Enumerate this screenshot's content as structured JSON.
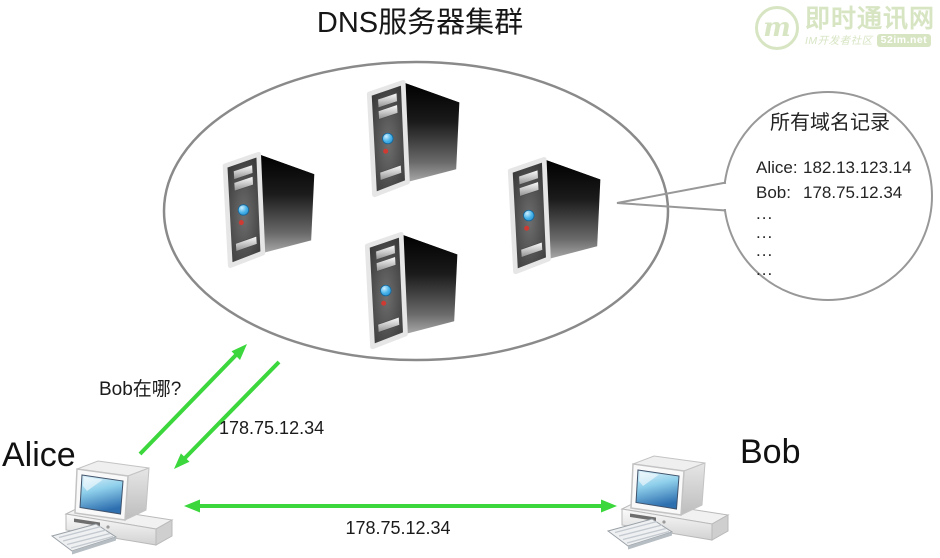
{
  "title": "DNS服务器集群",
  "logo": {
    "monogram": "m",
    "brand": "即时通讯网",
    "tagline": "IM开发者社区",
    "site": "52im.net"
  },
  "bubble": {
    "title": "所有域名记录",
    "records": [
      {
        "name": "Alice:",
        "ip": "182.13.123.14"
      },
      {
        "name": "Bob:",
        "ip": "178.75.12.34"
      }
    ],
    "more": [
      "...",
      "...",
      "...",
      "..."
    ]
  },
  "labels": {
    "alice": "Alice",
    "bob": "Bob",
    "query": "Bob在哪?",
    "response": "178.75.12.34",
    "direct": "178.75.12.34"
  },
  "diagram": {
    "cluster_server_count": 4,
    "colors": {
      "arrow_green": "#3bd73c",
      "outline_gray": "#8a8a8a",
      "text": "#1b1b1b",
      "watermark_green": "#d7e5c3"
    },
    "icons": {
      "server": "dns-server-tower-icon",
      "computer": "desktop-pc-icon",
      "logo_monogram": "m-monogram-icon"
    }
  }
}
